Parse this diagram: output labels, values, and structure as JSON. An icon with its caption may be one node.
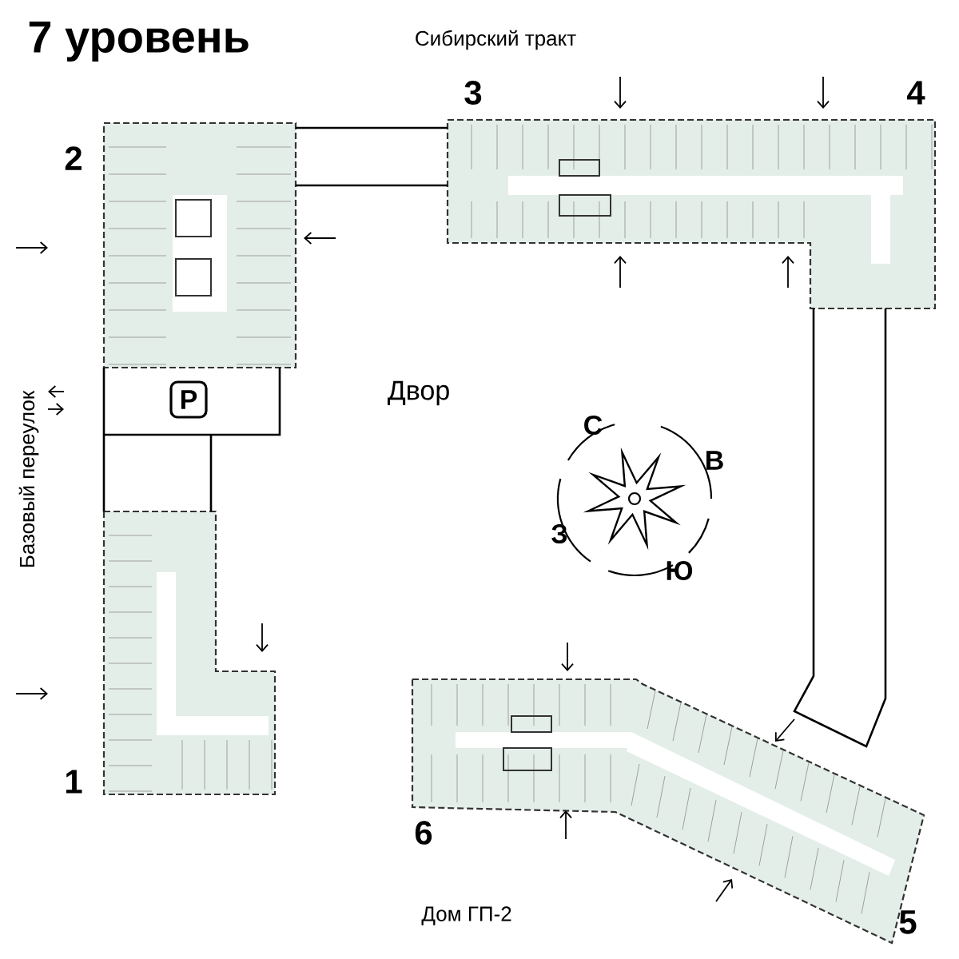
{
  "diagram": {
    "title": "7 уровень",
    "labels": [
      "Сибирский тракт",
      "3",
      "4",
      "2",
      "Базовый переулок",
      "P",
      "Двор",
      "С",
      "В",
      "З",
      "Ю",
      "1",
      "6",
      "Дом ГП-2",
      "5"
    ]
  }
}
